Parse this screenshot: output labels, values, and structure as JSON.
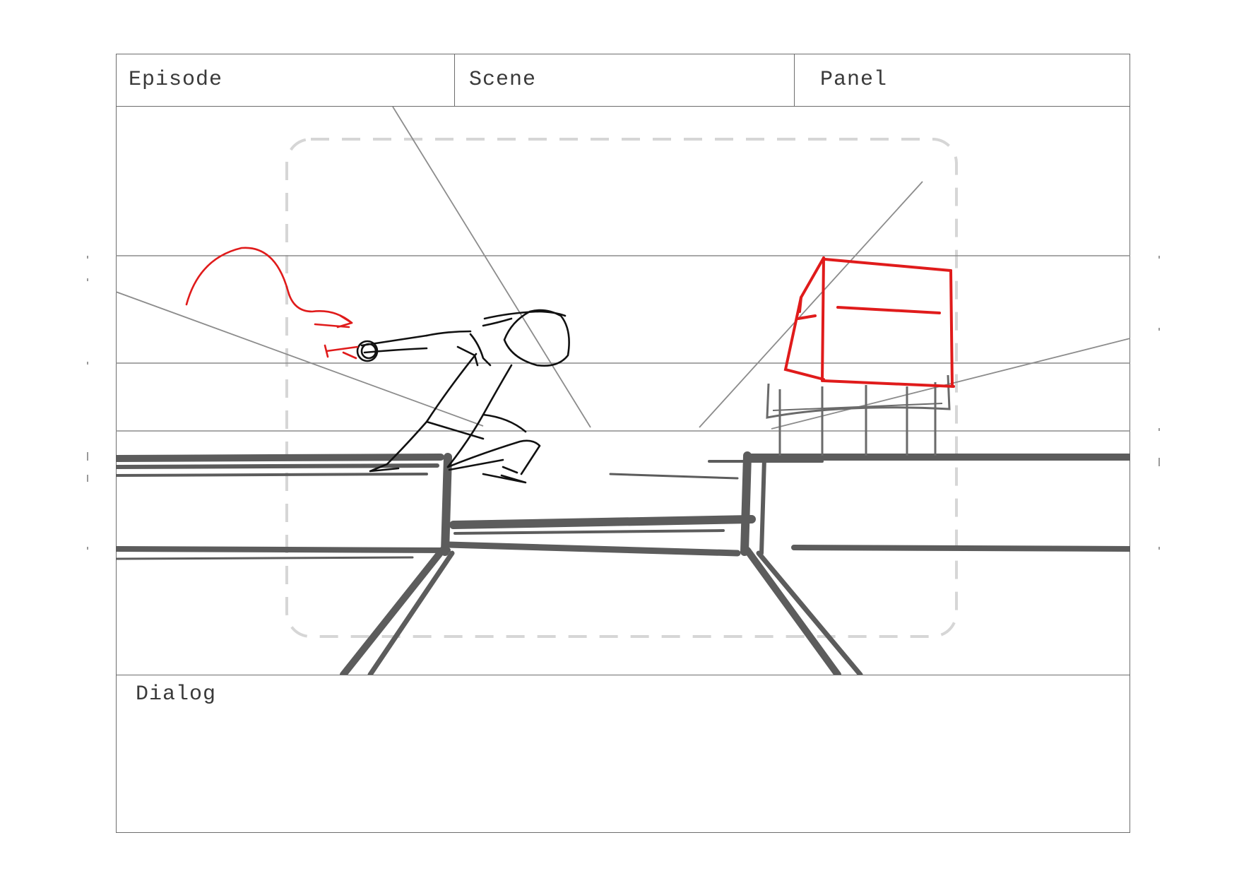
{
  "header": {
    "episode_label": "Episode",
    "scene_label": "Scene",
    "panel_label": "Panel"
  },
  "dialog": {
    "label": "Dialog"
  },
  "colors": {
    "frame_line": "#6d6d6d",
    "sketch_gray": "#5c5c5c",
    "construction_line": "#8c8c8c",
    "safe_area_dash": "#d6d6d6",
    "character_ink": "#111111",
    "annotation_red": "#e01b1b"
  },
  "icons": {
    "motion_arrow": "motion-arc-arrow-icon",
    "hand_target": "hand-target-circle-icon",
    "box_object": "crate-box-icon"
  }
}
